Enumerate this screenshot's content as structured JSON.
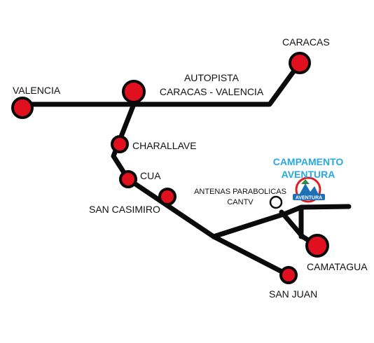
{
  "colors": {
    "road": "#0a0a0a",
    "city_fill": "#e0101e",
    "camp_text": "#29a8df",
    "logo_blue": "#1d6fb8",
    "logo_green": "#2e8b3e",
    "logo_red": "#d82027"
  },
  "cities": {
    "caracas": "CARACAS",
    "valencia": "VALENCIA",
    "charallave": "CHARALLAVE",
    "cua": "CUA",
    "san_casimiro": "SAN CASIMIRO",
    "camatagua": "CAMATAGUA",
    "san_juan": "SAN JUAN"
  },
  "highway": {
    "line1": "AUTOPISTA",
    "line2": "CARACAS - VALENCIA"
  },
  "antennas": {
    "line1": "ANTENAS PARABOLICAS",
    "line2": "CANTV"
  },
  "camp": {
    "line1": "CAMPAMENTO",
    "line2": "AVENTURA",
    "logo_text": "AVENTURA",
    "logo_icon": "campamento-aventura-logo"
  }
}
